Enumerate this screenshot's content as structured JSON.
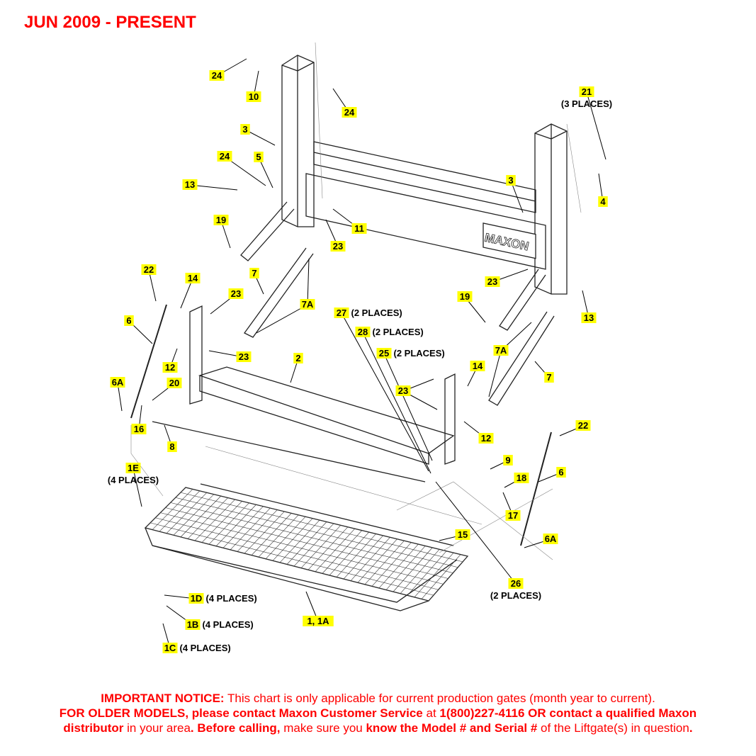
{
  "title": "JUN 2009 - PRESENT",
  "brand_plate": "MAXON",
  "colors": {
    "title": "#ff0000",
    "callout_bg": "#ffff00",
    "line": "#000000"
  },
  "callouts": [
    {
      "id": "24",
      "note": ""
    },
    {
      "id": "10",
      "note": ""
    },
    {
      "id": "24",
      "note": ""
    },
    {
      "id": "3",
      "note": ""
    },
    {
      "id": "21",
      "note": "(3 PLACES)"
    },
    {
      "id": "24",
      "note": ""
    },
    {
      "id": "5",
      "note": ""
    },
    {
      "id": "13",
      "note": ""
    },
    {
      "id": "3",
      "note": ""
    },
    {
      "id": "4",
      "note": ""
    },
    {
      "id": "11",
      "note": ""
    },
    {
      "id": "23",
      "note": ""
    },
    {
      "id": "19",
      "note": ""
    },
    {
      "id": "22",
      "note": ""
    },
    {
      "id": "14",
      "note": ""
    },
    {
      "id": "7",
      "note": ""
    },
    {
      "id": "23",
      "note": ""
    },
    {
      "id": "7A",
      "note": ""
    },
    {
      "id": "27",
      "note": "(2 PLACES)"
    },
    {
      "id": "28",
      "note": "(2 PLACES)"
    },
    {
      "id": "25",
      "note": "(2 PLACES)"
    },
    {
      "id": "6",
      "note": ""
    },
    {
      "id": "23",
      "note": ""
    },
    {
      "id": "12",
      "note": ""
    },
    {
      "id": "2",
      "note": ""
    },
    {
      "id": "19",
      "note": ""
    },
    {
      "id": "23",
      "note": ""
    },
    {
      "id": "13",
      "note": ""
    },
    {
      "id": "7A",
      "note": ""
    },
    {
      "id": "14",
      "note": ""
    },
    {
      "id": "7",
      "note": ""
    },
    {
      "id": "6A",
      "note": ""
    },
    {
      "id": "20",
      "note": ""
    },
    {
      "id": "16",
      "note": ""
    },
    {
      "id": "8",
      "note": ""
    },
    {
      "id": "23",
      "note": ""
    },
    {
      "id": "12",
      "note": ""
    },
    {
      "id": "22",
      "note": ""
    },
    {
      "id": "9",
      "note": ""
    },
    {
      "id": "6",
      "note": ""
    },
    {
      "id": "18",
      "note": ""
    },
    {
      "id": "17",
      "note": ""
    },
    {
      "id": "1E",
      "note": "(4 PLACES)"
    },
    {
      "id": "15",
      "note": ""
    },
    {
      "id": "6A",
      "note": ""
    },
    {
      "id": "26",
      "note": "(2 PLACES)"
    },
    {
      "id": "1D",
      "note": "(4 PLACES)"
    },
    {
      "id": "1B",
      "note": "(4 PLACES)"
    },
    {
      "id": "1C",
      "note": "(4 PLACES)"
    },
    {
      "id": "1, 1A",
      "note": ""
    }
  ],
  "notice": {
    "l1_bold": "IMPORTANT NOTICE:",
    "l1_text": " This chart is only applicable for current production gates (month year to current).",
    "l2_bold1": "FOR OLDER MODELS, please contact Maxon Customer Service",
    "l2_text1": " at ",
    "l2_bold2": "1(800)227-4116 OR contact a qualified Maxon",
    "l3_bold1": "distributor",
    "l3_text1": " in your area",
    "l3_bold2": ". Before calling,",
    "l3_text2": " make sure you ",
    "l3_bold3": "know the Model # and Serial #",
    "l3_text3": " of the Liftgate(s) in question",
    "l3_bold4": "."
  }
}
